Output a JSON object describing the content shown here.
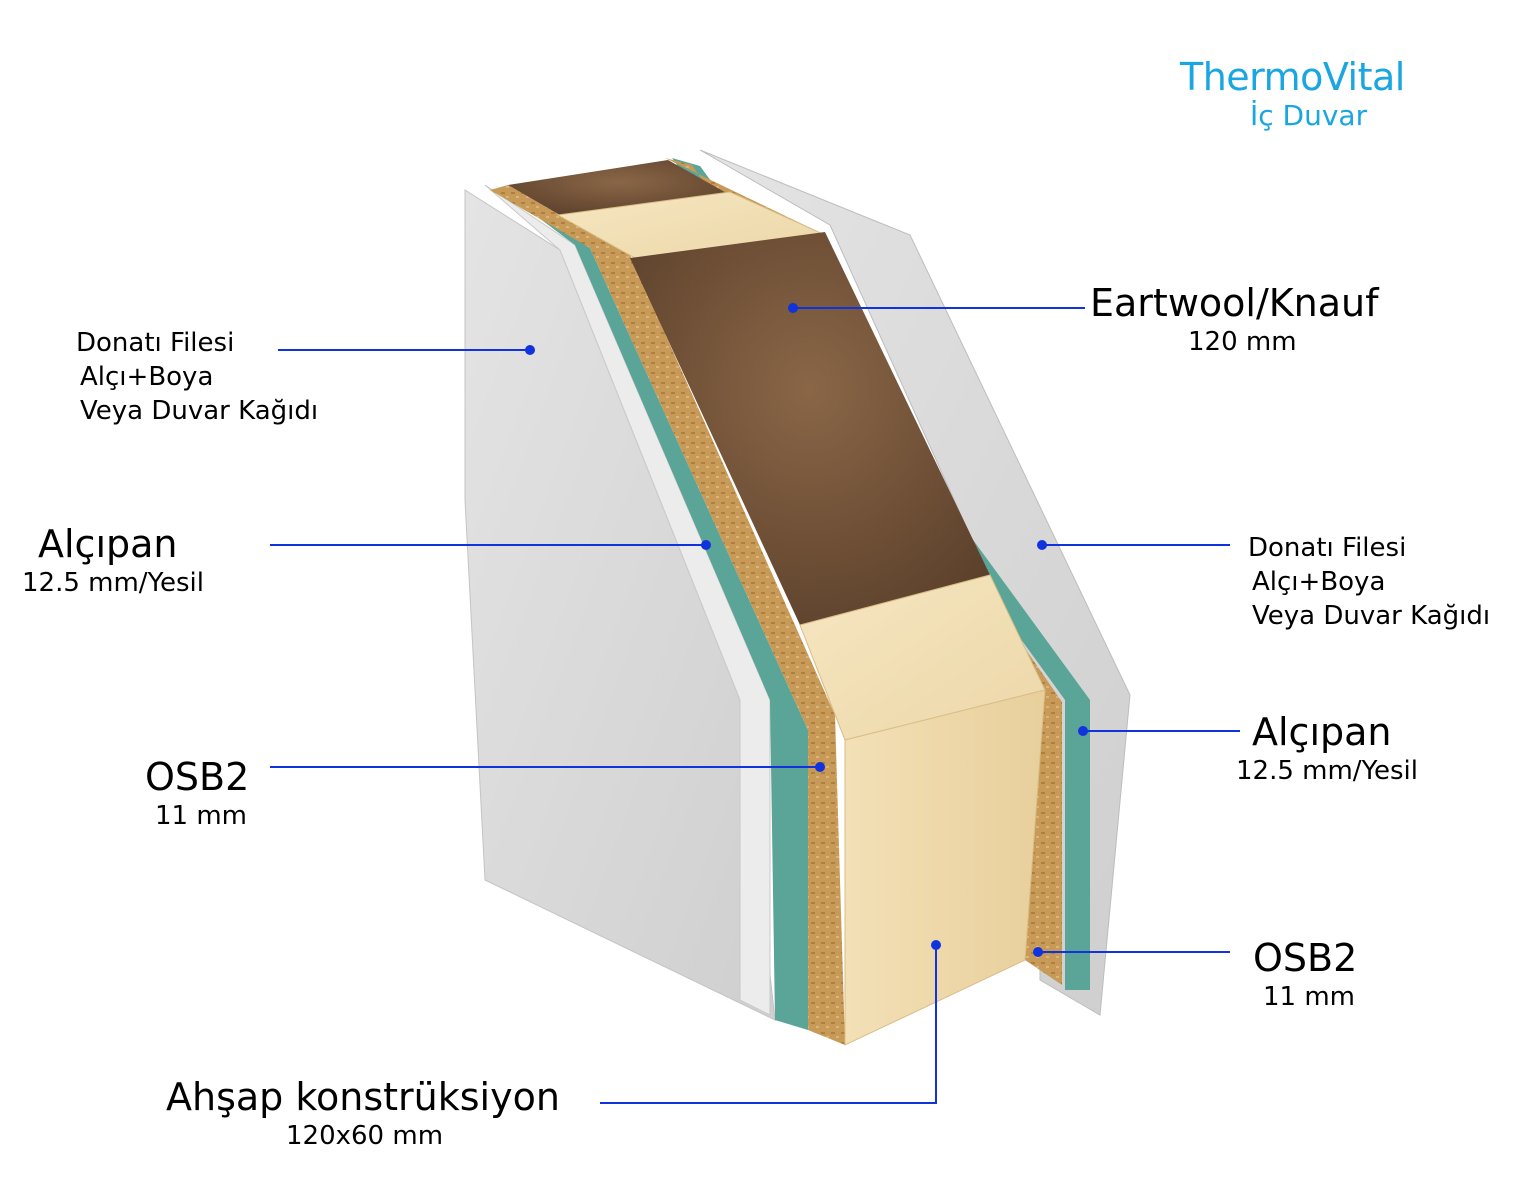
{
  "brand": {
    "name": "ThermoVital",
    "subtitle": "İç Duvar",
    "color": "#1aa6e0"
  },
  "leader_color": "#1133dd",
  "labels": {
    "finish_left": {
      "line1": "Donatı Filesi",
      "line2": "Alçı+Boya",
      "line3": "Veya Duvar Kağıdı"
    },
    "gypsum_left": {
      "title": "Alçıpan",
      "spec": "12.5 mm/Yesil"
    },
    "osb_left": {
      "title": "OSB2",
      "spec": "11 mm"
    },
    "insulation": {
      "title": "Eartwool/Knauf",
      "spec": "120 mm"
    },
    "finish_right": {
      "line1": "Donatı Filesi",
      "line2": "Alçı+Boya",
      "line3": "Veya Duvar Kağıdı"
    },
    "gypsum_right": {
      "title": "Alçıpan",
      "spec": "12.5 mm/Yesil"
    },
    "osb_right": {
      "title": "OSB2",
      "spec": "11 mm"
    },
    "timber": {
      "title": "Ahşap konstrüksiyon",
      "spec": "120x60 mm"
    }
  },
  "layer_colors": {
    "plaster": "#dcdcdc",
    "gypsum_green": "#5aa597",
    "osb": "#c89a58",
    "insulation": "#6e5037",
    "timber": "#efd9ad"
  }
}
